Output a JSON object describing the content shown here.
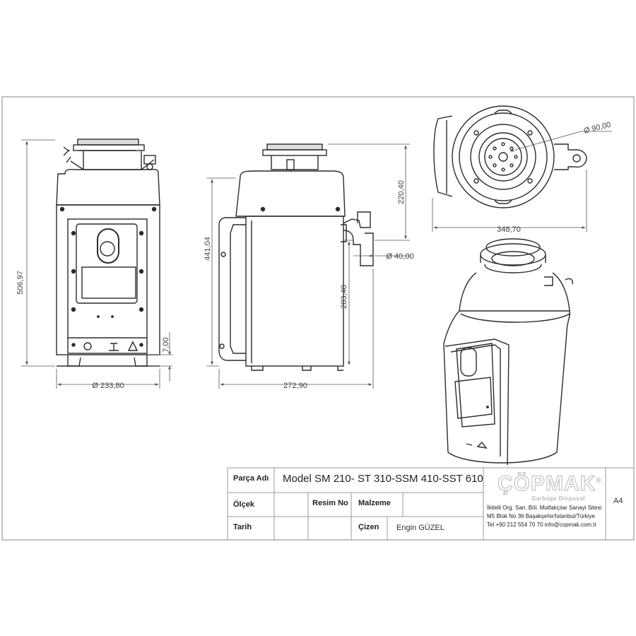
{
  "dimensions": {
    "overall_height": "506,97",
    "base_offset": "7,00",
    "body_diameter": "Ø 233,80",
    "side_height": "441,04",
    "outlet_height": "283,48",
    "side_width": "272,90",
    "top_height": "220,40",
    "outlet_diameter": "Ø 40,00",
    "inlet_diameter": "Ø 90,00",
    "top_width": "348,70"
  },
  "title_block": {
    "part_name_label": "Parça Adı",
    "part_name_value": "Model SM 210- ST 310-SSM 410-SST 610",
    "scale_label": "Ölçek",
    "drawing_no_label": "Resim No",
    "material_label": "Malzeme",
    "date_label": "Tarih",
    "drawn_by_label": "Çizen",
    "drawn_by_value": "Engin GÜZEL",
    "sheet_size": "A4",
    "company": {
      "logo_text": "ÇÖPMAK",
      "registered_mark": "®",
      "logo_subtitle": "Garbage Disposal",
      "address_line1": "İkitelli Org. San. Böl. Mutfakçılar Sanayi Sitesi",
      "address_line2": "M5 Blok No 36 Başakşehir/İstanbul/Türkiye",
      "contact_line": "Tel +90 212 554 70 70 info@copmak.com.tr"
    }
  },
  "colors": {
    "line": "#2b2b2b",
    "dim_line": "#555555",
    "frame": "#9a9a9a",
    "logo": "#b8b8b8"
  }
}
